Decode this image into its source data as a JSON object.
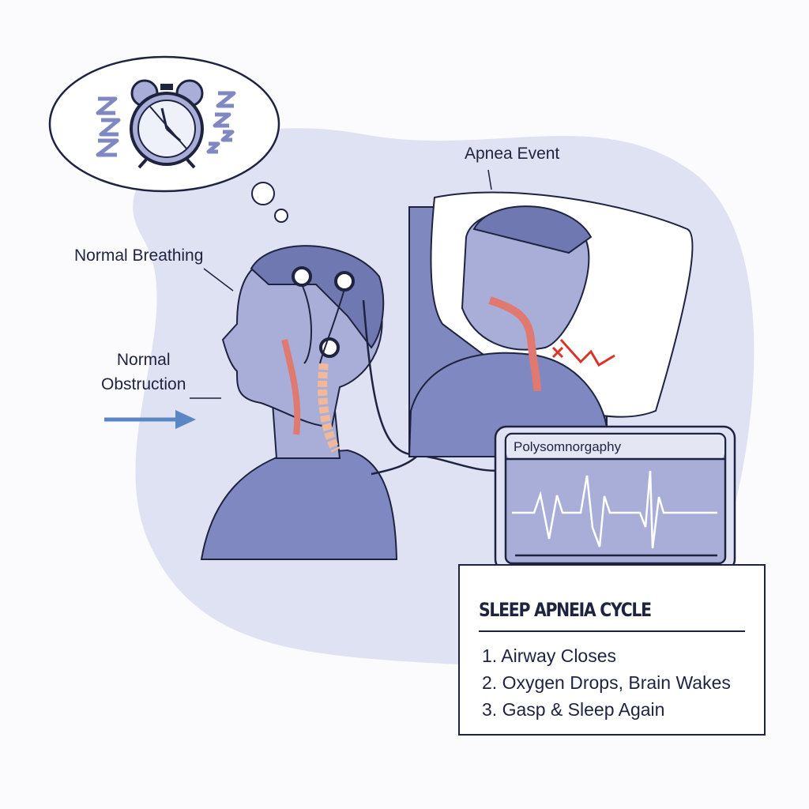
{
  "labels": {
    "apnea_event": "Apnea Event",
    "normal_breathing": "Normal Breathing",
    "normal_obstruction": "Normal\nObstruction"
  },
  "monitor": {
    "title": "Polysomnorgaphy"
  },
  "cycle_card": {
    "title": "SLEEP APNEIA CYCLE",
    "steps": [
      "1. Airway Closes",
      "2. Oxygen Drops, Brain Wakes",
      "3. Gasp & Sleep Again"
    ]
  },
  "colors": {
    "blob": "#dfe2f2",
    "ink": "#1e2340",
    "figure": "#7f88c0",
    "airway": "#e07a70",
    "alert": "#d9342b",
    "arrow": "#5b86c4"
  }
}
